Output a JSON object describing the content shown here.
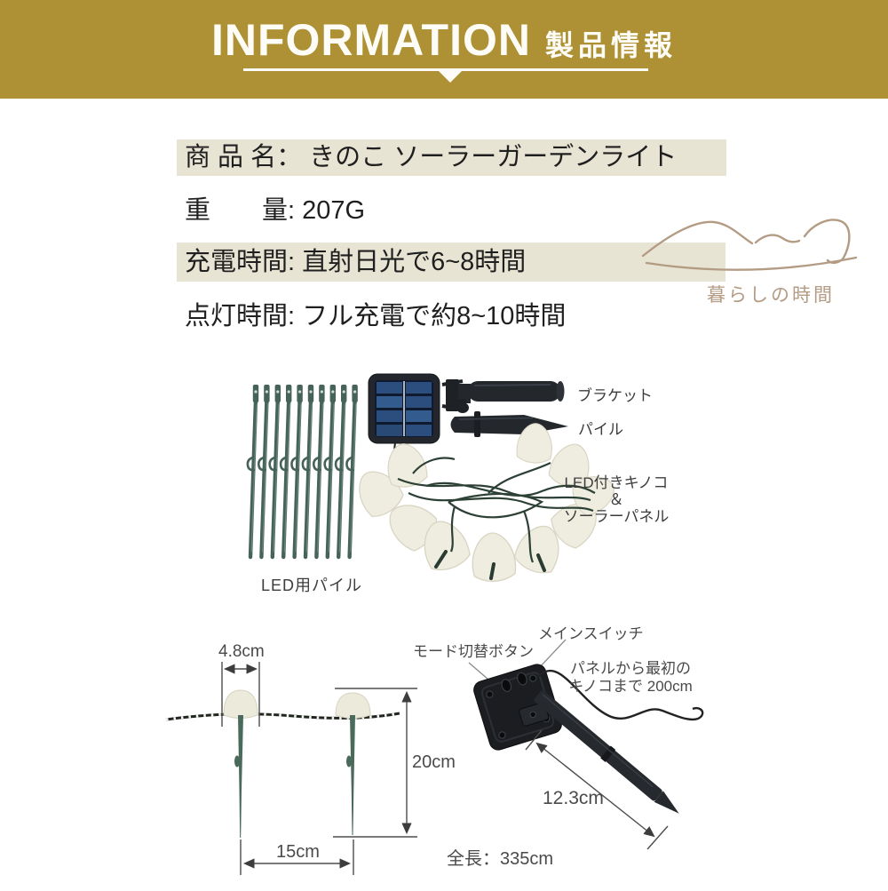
{
  "header": {
    "title_en": "INFORMATION",
    "title_ja": "製品情報"
  },
  "specs": {
    "rows": [
      {
        "text": "商 品 名： きのこ ソーラーガーデンライト",
        "highlighted": true
      },
      {
        "text": "重　　量: 207G",
        "highlighted": false
      },
      {
        "text": "充電時間: 直射日光で6~8時間",
        "highlighted": true
      },
      {
        "text": "点灯時間: フル充電で約8~10時間",
        "highlighted": false
      }
    ]
  },
  "logo": {
    "text": "暮らしの時間"
  },
  "photo": {
    "labels": {
      "bracket": "ブラケット",
      "pile": "パイル",
      "set_line1": "LED付きキノコ",
      "set_amp": "＆",
      "set_line2": "ソーラーパネル",
      "led_pile": "LED用パイル"
    }
  },
  "diagram": {
    "dims": {
      "cap_width": "4.8cm",
      "stake_height": "20cm",
      "spacing": "15cm",
      "solar_stake": "12.3cm",
      "total_length": "全長：335cm"
    },
    "labels": {
      "mode_button": "モード切替ボタン",
      "main_switch": "メインスイッチ",
      "panel_distance_line1": "パネルから最初の",
      "panel_distance_line2": "キノコまで 200cm"
    }
  },
  "colors": {
    "banner_gold": "#ae9134",
    "row_highlight": "#e8e4d4",
    "logo_tan": "#b49b84",
    "stake_green": "#46635a",
    "panel_blue": "#2b4e7e",
    "mushroom_ivory": "#efeddf"
  }
}
